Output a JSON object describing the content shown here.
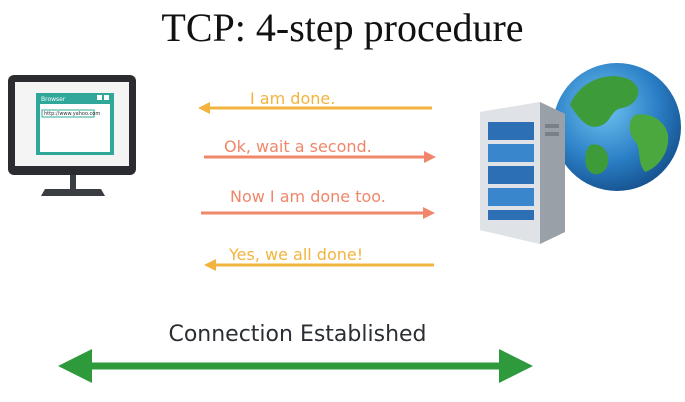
{
  "title": "TCP: 4-step procedure",
  "computer": {
    "window_title": "Browser",
    "address": "http://www.yahoo.com"
  },
  "messages": [
    {
      "text": "I am done.",
      "direction": "to-client",
      "color": "#f2b43e"
    },
    {
      "text": "Ok, wait a second.",
      "direction": "to-server",
      "color": "#f0866a"
    },
    {
      "text": "Now I am done too.",
      "direction": "to-server",
      "color": "#f0866a"
    },
    {
      "text": "Yes, we all done!",
      "direction": "to-client",
      "color": "#f2b43e"
    }
  ],
  "connection": {
    "label": "Connection Established",
    "color": "#2e9a3c"
  }
}
